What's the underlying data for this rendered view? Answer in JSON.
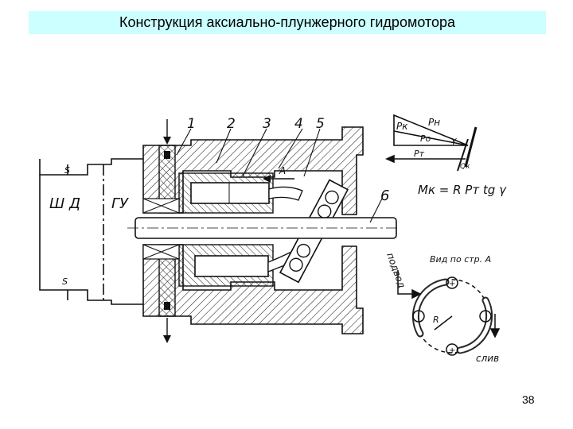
{
  "slide": {
    "title": "Конструкция аксиально-плунжерного  гидромотора",
    "page_number": "38"
  },
  "drawing": {
    "callouts": [
      "1",
      "2",
      "3",
      "4",
      "5",
      "6"
    ],
    "left_labels": [
      "Ш Д",
      "ГУ"
    ],
    "section_mark": "А",
    "shaft_marks": [
      "S",
      "S"
    ],
    "force_labels": [
      "Pк",
      "Pн",
      "Pо",
      "Pт"
    ],
    "angle_label": "γ",
    "force_label_bottom": "Qк",
    "torque_formula": "Mк = R Pт tg γ",
    "view_caption": "Вид по стр. А",
    "inlet_label": "подвод",
    "outlet_label": "слив",
    "radius_label": "R",
    "plus_sign": "+"
  }
}
